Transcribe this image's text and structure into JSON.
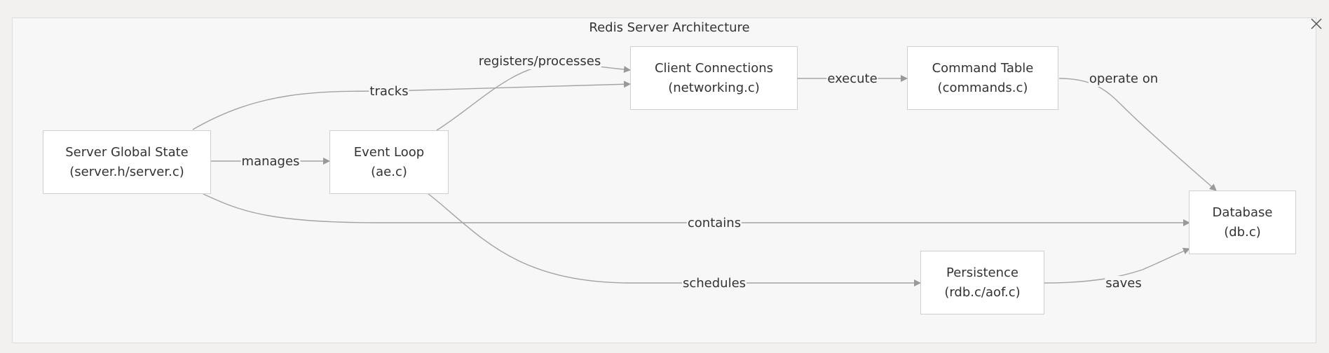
{
  "diagram": {
    "title": "Redis Server Architecture",
    "nodes": {
      "server": {
        "line1": "Server Global State",
        "line2": "(server.h/server.c)"
      },
      "eventloop": {
        "line1": "Event Loop",
        "line2": "(ae.c)"
      },
      "clients": {
        "line1": "Client Connections",
        "line2": "(networking.c)"
      },
      "commands": {
        "line1": "Command Table",
        "line2": "(commands.c)"
      },
      "database": {
        "line1": "Database",
        "line2": "(db.c)"
      },
      "persistence": {
        "line1": "Persistence",
        "line2": "(rdb.c/aof.c)"
      }
    },
    "edges": {
      "manages": "manages",
      "tracks": "tracks",
      "registers": "registers/processes",
      "execute": "execute",
      "operate": "operate on",
      "contains": "contains",
      "schedules": "schedules",
      "saves": "saves"
    }
  },
  "window": {
    "close_icon": "close-icon"
  }
}
